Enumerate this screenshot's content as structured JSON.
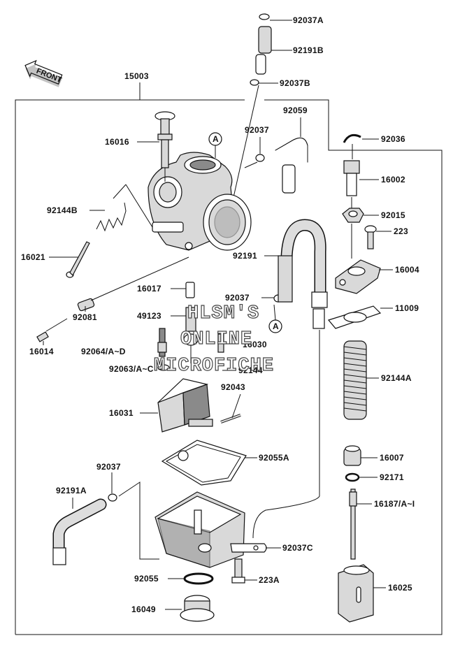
{
  "front_label": "FRONT",
  "watermark": [
    "HLSM'S",
    "ONLINE",
    "MICROFICHE"
  ],
  "callout_symbol": "A",
  "colors": {
    "line": "#111111",
    "part_fill": "#d9d9d9",
    "dark_fill": "#8a8a8a",
    "background": "#ffffff"
  },
  "labels": [
    "92037A",
    "92191B",
    "92037B",
    "15003",
    "92059",
    "92037",
    "16016",
    "92036",
    "16002",
    "92144B",
    "92015",
    "223",
    "16021",
    "92191",
    "16004",
    "16017",
    "92037",
    "11009",
    "49123",
    "92081",
    "16030",
    "16014",
    "92064/A~D",
    "92144",
    "92063/A~C",
    "92043",
    "92144A",
    "16031",
    "92055A",
    "16007",
    "92037",
    "92171",
    "92191A",
    "16187/A~I",
    "92037C",
    "92055",
    "223A",
    "16025",
    "16049"
  ]
}
